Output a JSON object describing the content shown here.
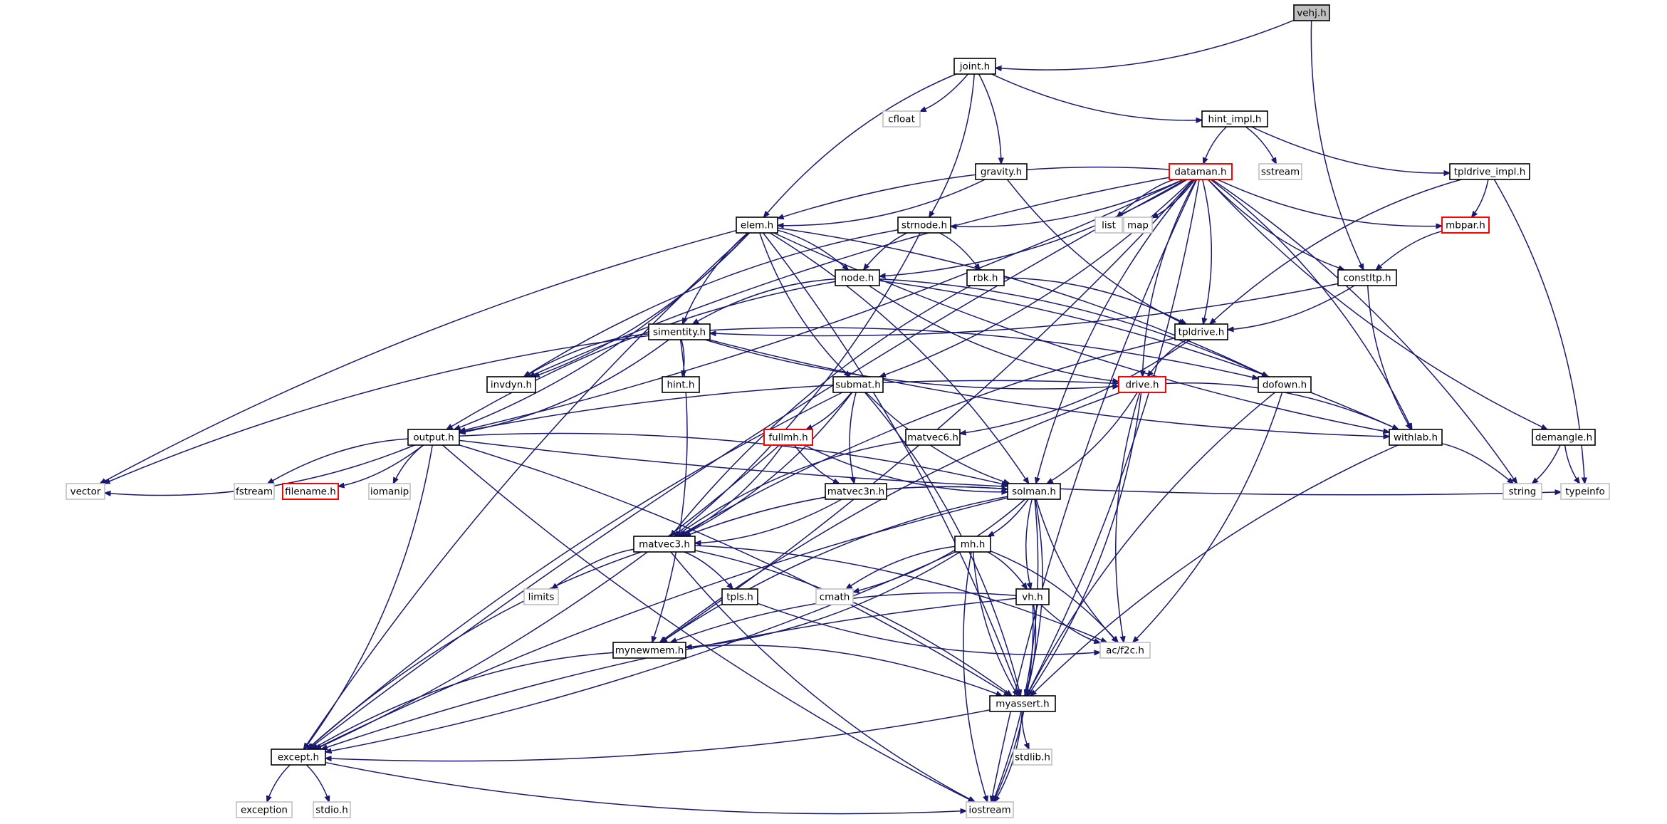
{
  "diagram": {
    "type": "include-dependency-graph",
    "colors": {
      "edge": "#191970",
      "root_fill": "#bfbfbf",
      "ext_border": "#bfbfbf",
      "red_border": "#ff0000",
      "box_border": "#000000"
    },
    "nodes": [
      {
        "id": "vehj",
        "label": "vehj.h",
        "style": "root"
      },
      {
        "id": "joint",
        "label": "joint.h",
        "style": "normal"
      },
      {
        "id": "cfloat",
        "label": "cfloat",
        "style": "ext"
      },
      {
        "id": "hint_impl",
        "label": "hint_impl.h",
        "style": "normal"
      },
      {
        "id": "gravity",
        "label": "gravity.h",
        "style": "normal"
      },
      {
        "id": "dataman",
        "label": "dataman.h",
        "style": "red"
      },
      {
        "id": "sstream",
        "label": "sstream",
        "style": "ext"
      },
      {
        "id": "tpldrive_impl",
        "label": "tpldrive_impl.h",
        "style": "normal"
      },
      {
        "id": "elem",
        "label": "elem.h",
        "style": "normal"
      },
      {
        "id": "strnode",
        "label": "strnode.h",
        "style": "normal"
      },
      {
        "id": "list",
        "label": "list",
        "style": "ext"
      },
      {
        "id": "map",
        "label": "map",
        "style": "ext"
      },
      {
        "id": "mbpar",
        "label": "mbpar.h",
        "style": "red"
      },
      {
        "id": "node",
        "label": "node.h",
        "style": "normal"
      },
      {
        "id": "rbk",
        "label": "rbk.h",
        "style": "normal"
      },
      {
        "id": "constltp",
        "label": "constltp.h",
        "style": "normal"
      },
      {
        "id": "simentity",
        "label": "simentity.h",
        "style": "normal"
      },
      {
        "id": "tpldrive",
        "label": "tpldrive.h",
        "style": "normal"
      },
      {
        "id": "invdyn",
        "label": "invdyn.h",
        "style": "normal"
      },
      {
        "id": "hint",
        "label": "hint.h",
        "style": "normal"
      },
      {
        "id": "submat",
        "label": "submat.h",
        "style": "normal"
      },
      {
        "id": "drive",
        "label": "drive.h",
        "style": "red"
      },
      {
        "id": "dofown",
        "label": "dofown.h",
        "style": "normal"
      },
      {
        "id": "withlab",
        "label": "withlab.h",
        "style": "normal"
      },
      {
        "id": "demangle",
        "label": "demangle.h",
        "style": "normal"
      },
      {
        "id": "output",
        "label": "output.h",
        "style": "normal"
      },
      {
        "id": "fullmh",
        "label": "fullmh.h",
        "style": "red"
      },
      {
        "id": "matvec6",
        "label": "matvec6.h",
        "style": "normal"
      },
      {
        "id": "vector",
        "label": "vector",
        "style": "ext"
      },
      {
        "id": "fstream",
        "label": "fstream",
        "style": "ext"
      },
      {
        "id": "filename",
        "label": "filename.h",
        "style": "red"
      },
      {
        "id": "iomanip",
        "label": "iomanip",
        "style": "ext"
      },
      {
        "id": "matvec3n",
        "label": "matvec3n.h",
        "style": "normal"
      },
      {
        "id": "solman",
        "label": "solman.h",
        "style": "normal"
      },
      {
        "id": "string",
        "label": "string",
        "style": "ext"
      },
      {
        "id": "typeinfo",
        "label": "typeinfo",
        "style": "ext"
      },
      {
        "id": "matvec3",
        "label": "matvec3.h",
        "style": "normal"
      },
      {
        "id": "mh",
        "label": "mh.h",
        "style": "normal"
      },
      {
        "id": "limits",
        "label": "limits",
        "style": "ext"
      },
      {
        "id": "tpls",
        "label": "tpls.h",
        "style": "normal"
      },
      {
        "id": "cmath",
        "label": "cmath",
        "style": "ext"
      },
      {
        "id": "vh",
        "label": "vh.h",
        "style": "normal"
      },
      {
        "id": "mynewmem",
        "label": "mynewmem.h",
        "style": "normal"
      },
      {
        "id": "acf2c",
        "label": "ac/f2c.h",
        "style": "ext"
      },
      {
        "id": "myassert",
        "label": "myassert.h",
        "style": "normal"
      },
      {
        "id": "except",
        "label": "except.h",
        "style": "normal"
      },
      {
        "id": "stdlib",
        "label": "stdlib.h",
        "style": "ext"
      },
      {
        "id": "exception",
        "label": "exception",
        "style": "ext"
      },
      {
        "id": "stdio",
        "label": "stdio.h",
        "style": "ext"
      },
      {
        "id": "iostream",
        "label": "iostream",
        "style": "ext"
      }
    ],
    "edges": [
      [
        "vehj",
        "joint"
      ],
      [
        "vehj",
        "constltp"
      ],
      [
        "joint",
        "cfloat"
      ],
      [
        "joint",
        "hint_impl"
      ],
      [
        "joint",
        "gravity"
      ],
      [
        "joint",
        "elem"
      ],
      [
        "joint",
        "strnode"
      ],
      [
        "hint_impl",
        "dataman"
      ],
      [
        "hint_impl",
        "sstream"
      ],
      [
        "hint_impl",
        "tpldrive_impl"
      ],
      [
        "gravity",
        "elem"
      ],
      [
        "gravity",
        "tpldrive"
      ],
      [
        "tpldrive_impl",
        "mbpar"
      ],
      [
        "tpldrive_impl",
        "tpldrive"
      ],
      [
        "tpldrive_impl",
        "typeinfo"
      ],
      [
        "dataman",
        "elem"
      ],
      [
        "dataman",
        "strnode"
      ],
      [
        "dataman",
        "list"
      ],
      [
        "dataman",
        "map"
      ],
      [
        "dataman",
        "mbpar"
      ],
      [
        "dataman",
        "node"
      ],
      [
        "dataman",
        "constltp"
      ],
      [
        "dataman",
        "tpldrive"
      ],
      [
        "dataman",
        "drive"
      ],
      [
        "dataman",
        "withlab"
      ],
      [
        "dataman",
        "demangle"
      ],
      [
        "dataman",
        "output"
      ],
      [
        "dataman",
        "invdyn"
      ],
      [
        "dataman",
        "submat"
      ],
      [
        "dataman",
        "solman"
      ],
      [
        "dataman",
        "string"
      ],
      [
        "dataman",
        "iostream"
      ],
      [
        "dataman",
        "myassert"
      ],
      [
        "dataman",
        "except"
      ],
      [
        "dataman",
        "mynewmem"
      ],
      [
        "mbpar",
        "constltp"
      ],
      [
        "elem",
        "node"
      ],
      [
        "elem",
        "simentity"
      ],
      [
        "elem",
        "invdyn"
      ],
      [
        "elem",
        "submat"
      ],
      [
        "elem",
        "output"
      ],
      [
        "elem",
        "vector"
      ],
      [
        "elem",
        "dofown"
      ],
      [
        "elem",
        "withlab"
      ],
      [
        "elem",
        "solman"
      ],
      [
        "elem",
        "except"
      ],
      [
        "elem",
        "myassert"
      ],
      [
        "strnode",
        "node"
      ],
      [
        "strnode",
        "rbk"
      ],
      [
        "strnode",
        "invdyn"
      ],
      [
        "strnode",
        "matvec3"
      ],
      [
        "node",
        "simentity"
      ],
      [
        "node",
        "dofown"
      ],
      [
        "node",
        "output"
      ],
      [
        "node",
        "withlab"
      ],
      [
        "node",
        "drive"
      ],
      [
        "rbk",
        "tpldrive"
      ],
      [
        "rbk",
        "matvec3"
      ],
      [
        "constltp",
        "tpldrive"
      ],
      [
        "constltp",
        "withlab"
      ],
      [
        "constltp",
        "simentity"
      ],
      [
        "simentity",
        "invdyn"
      ],
      [
        "simentity",
        "hint"
      ],
      [
        "simentity",
        "drive"
      ],
      [
        "simentity",
        "output"
      ],
      [
        "simentity",
        "vector"
      ],
      [
        "simentity",
        "dofown"
      ],
      [
        "simentity",
        "withlab"
      ],
      [
        "simentity",
        "mynewmem"
      ],
      [
        "tpldrive",
        "drive"
      ],
      [
        "tpldrive",
        "matvec6"
      ],
      [
        "tpldrive",
        "matvec3"
      ],
      [
        "submat",
        "fullmh"
      ],
      [
        "submat",
        "matvec3n"
      ],
      [
        "submat",
        "matvec3"
      ],
      [
        "submat",
        "solman"
      ],
      [
        "submat",
        "myassert"
      ],
      [
        "submat",
        "except"
      ],
      [
        "drive",
        "withlab"
      ],
      [
        "drive",
        "output"
      ],
      [
        "drive",
        "solman"
      ],
      [
        "drive",
        "acf2c"
      ],
      [
        "drive",
        "myassert"
      ],
      [
        "drive",
        "mynewmem"
      ],
      [
        "dofown",
        "acf2c"
      ],
      [
        "dofown",
        "myassert"
      ],
      [
        "withlab",
        "string"
      ],
      [
        "withlab",
        "myassert"
      ],
      [
        "demangle",
        "string"
      ],
      [
        "demangle",
        "typeinfo"
      ],
      [
        "output",
        "vector"
      ],
      [
        "output",
        "fstream"
      ],
      [
        "output",
        "filename"
      ],
      [
        "output",
        "iomanip"
      ],
      [
        "output",
        "solman"
      ],
      [
        "output",
        "typeinfo"
      ],
      [
        "output",
        "except"
      ],
      [
        "output",
        "iostream"
      ],
      [
        "output",
        "myassert"
      ],
      [
        "fullmh",
        "matvec3n"
      ],
      [
        "fullmh",
        "matvec3"
      ],
      [
        "fullmh",
        "solman"
      ],
      [
        "fullmh",
        "except"
      ],
      [
        "matvec6",
        "matvec3"
      ],
      [
        "matvec3n",
        "matvec3"
      ],
      [
        "solman",
        "matvec3"
      ],
      [
        "solman",
        "mh"
      ],
      [
        "solman",
        "vh"
      ],
      [
        "solman",
        "cmath"
      ],
      [
        "solman",
        "acf2c"
      ],
      [
        "solman",
        "myassert"
      ],
      [
        "solman",
        "except"
      ],
      [
        "solman",
        "iostream"
      ],
      [
        "solman",
        "mynewmem"
      ],
      [
        "matvec3",
        "solman"
      ],
      [
        "matvec3",
        "limits"
      ],
      [
        "matvec3",
        "tpls"
      ],
      [
        "matvec3",
        "except"
      ],
      [
        "matvec3",
        "myassert"
      ],
      [
        "matvec3",
        "iostream"
      ],
      [
        "matvec3",
        "acf2c"
      ],
      [
        "tpls",
        "acf2c"
      ],
      [
        "mh",
        "vh"
      ],
      [
        "mh",
        "cmath"
      ],
      [
        "mh",
        "acf2c"
      ],
      [
        "mh",
        "myassert"
      ],
      [
        "mh",
        "except"
      ],
      [
        "mh",
        "iostream"
      ],
      [
        "mh",
        "mynewmem"
      ],
      [
        "vh",
        "acf2c"
      ],
      [
        "vh",
        "myassert"
      ],
      [
        "vh",
        "except"
      ],
      [
        "vh",
        "iostream"
      ],
      [
        "vh",
        "mynewmem"
      ],
      [
        "mynewmem",
        "myassert"
      ],
      [
        "mynewmem",
        "except"
      ],
      [
        "myassert",
        "except"
      ],
      [
        "myassert",
        "stdlib"
      ],
      [
        "myassert",
        "iostream"
      ],
      [
        "except",
        "exception"
      ],
      [
        "except",
        "stdio"
      ],
      [
        "except",
        "iostream"
      ]
    ]
  }
}
